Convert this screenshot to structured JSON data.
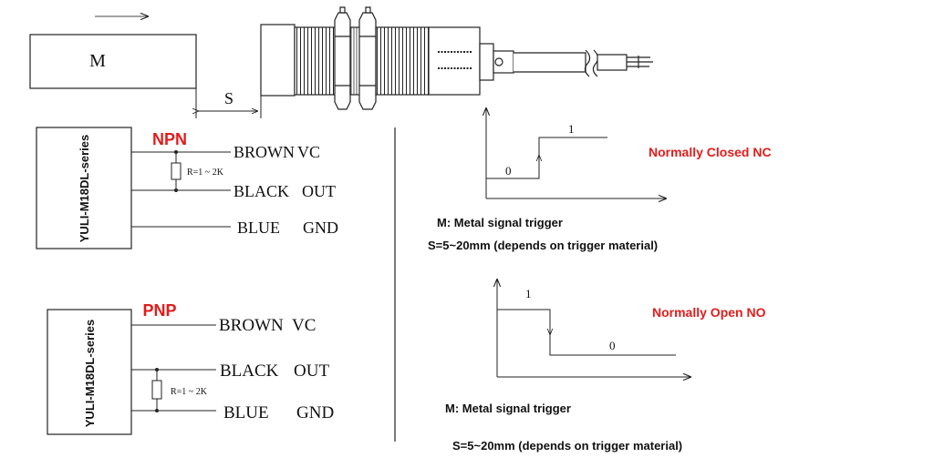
{
  "metal": {
    "label": "M"
  },
  "distance": {
    "label": "S"
  },
  "npn": {
    "title": "NPN",
    "series_label": "YULI-M18DL-series",
    "resistor": "R=1 ~ 2K",
    "wires": [
      {
        "color": "BROWN",
        "signal": "VC"
      },
      {
        "color": "BLACK",
        "signal": "OUT"
      },
      {
        "color": "BLUE",
        "signal": "GND"
      }
    ]
  },
  "pnp": {
    "title": "PNP",
    "series_label": "YULI-M18DL-series",
    "resistor": "R=1 ~ 2K",
    "wires": [
      {
        "color": "BROWN",
        "signal": "VC"
      },
      {
        "color": "BLACK",
        "signal": "OUT"
      },
      {
        "color": "BLUE",
        "signal": "GND"
      }
    ]
  },
  "nc": {
    "title": "Normally Closed NC",
    "low": "0",
    "high": "1",
    "caption1": "M: Metal signal trigger",
    "caption2": "S=5~20mm (depends on trigger material)"
  },
  "no": {
    "title": "Normally Open NO",
    "high": "1",
    "low": "0",
    "caption1": "M: Metal signal trigger",
    "caption2": "S=5~20mm (depends on trigger material)"
  },
  "colors": {
    "title_red": "#e31b1b",
    "line": "#222222"
  }
}
